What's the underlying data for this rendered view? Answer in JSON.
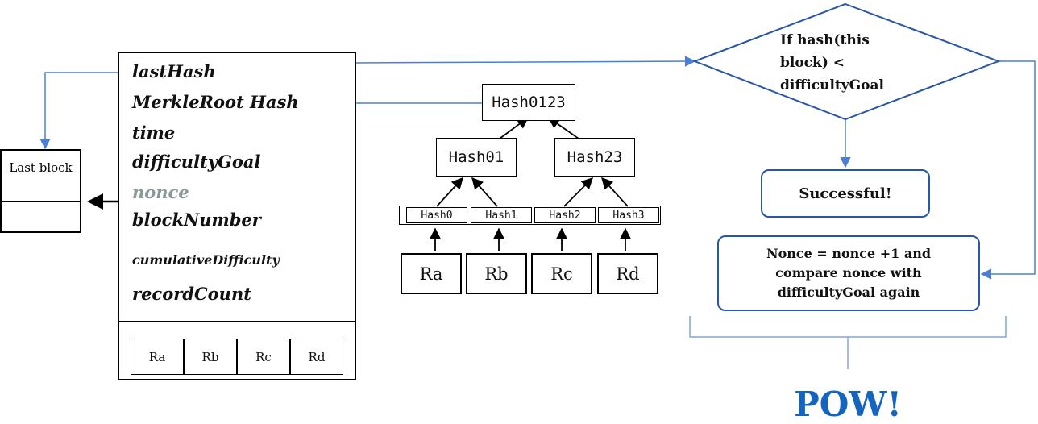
{
  "last_block": {
    "title": "Last block"
  },
  "block_header": {
    "fields": [
      "lastHash",
      "MerkleRoot Hash",
      "time",
      "difficultyGoal",
      "nonce",
      "blockNumber",
      "cumulativeDifficulty",
      "recordCount"
    ],
    "records": [
      "Ra",
      "Rb",
      "Rc",
      "Rd"
    ]
  },
  "merkle_tree": {
    "root": "Hash0123",
    "level1": [
      "Hash01",
      "Hash23"
    ],
    "leaves": [
      "Hash0",
      "Hash1",
      "Hash2",
      "Hash3"
    ],
    "records": [
      "Ra",
      "Rb",
      "Rc",
      "Rd"
    ]
  },
  "flow": {
    "condition": "If hash(this block) < difficultyGoal",
    "success": "Successful!",
    "retry": "Nonce = nonce +1 and compare nonce with difficultyGoal again",
    "result": "POW!"
  },
  "colors": {
    "flow_blue": "#2a56a8",
    "arrow_blue": "#4a7fd4",
    "nonce_gray": "#8a9a9a",
    "result_blue": "#1565c0"
  }
}
